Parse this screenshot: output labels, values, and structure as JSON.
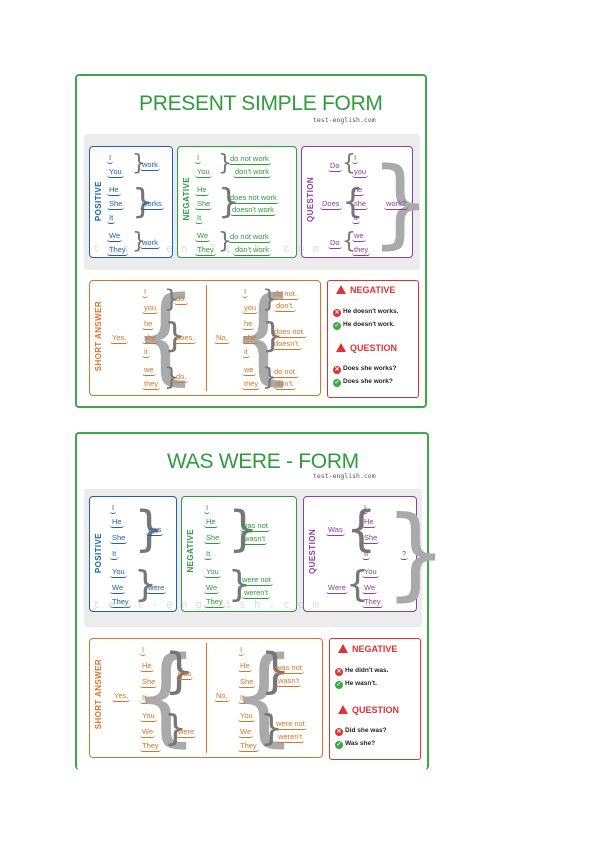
{
  "site": "test-english.com",
  "present": {
    "title": "PRESENT SIMPLE FORM",
    "positive": {
      "label": "POSITIVE",
      "pronouns": [
        "I",
        "You",
        "He",
        "She",
        "It",
        "We",
        "They"
      ],
      "verbs": [
        "work",
        "works",
        "work"
      ]
    },
    "negative": {
      "label": "NEGATIVE",
      "pronouns": [
        "I",
        "You",
        "He",
        "She",
        "It",
        "We",
        "They"
      ],
      "forms": [
        "do not work",
        "don't work",
        "does not work",
        "doesn't work",
        "do not work",
        "don't work"
      ]
    },
    "question": {
      "label": "QUESTION",
      "aux": [
        "Do",
        "Does",
        "Do"
      ],
      "pronouns": [
        "I",
        "you",
        "he",
        "she",
        "it",
        "we",
        "they"
      ],
      "verb": "work?"
    },
    "short": {
      "label": "SHORT ANSWER",
      "yes": "Yes,",
      "no": "No,",
      "pronouns": [
        "I",
        "you",
        "he",
        "she",
        "it",
        "we",
        "they"
      ],
      "yes_aux": [
        "do.",
        "does.",
        "do."
      ],
      "no_aux": [
        "do not.",
        "don't.",
        "does not.",
        "doesn't.",
        "do not.",
        "don't."
      ]
    },
    "mistakes": {
      "negative_title": "NEGATIVE",
      "neg_wrong": "He doesn't works.",
      "neg_right": "He doesn't work.",
      "question_title": "QUESTION",
      "q_wrong": "Does she works?",
      "q_right": "Does she work?"
    }
  },
  "was": {
    "title": "WAS WERE - FORM",
    "positive": {
      "label": "POSITIVE",
      "pronouns": [
        "I",
        "He",
        "She",
        "It",
        "You",
        "We",
        "They"
      ],
      "verbs": [
        "was",
        "were"
      ]
    },
    "negative": {
      "label": "NEGATIVE",
      "pronouns": [
        "I",
        "He",
        "She",
        "It",
        "You",
        "We",
        "They"
      ],
      "forms": [
        "was not",
        "wasn't",
        "were not",
        "weren't"
      ]
    },
    "question": {
      "label": "QUESTION",
      "aux": [
        "Was",
        "Were"
      ],
      "pronouns": [
        "I",
        "He",
        "She",
        "It",
        "You",
        "We",
        "They"
      ],
      "verb": "?"
    },
    "short": {
      "label": "SHORT ANSWER",
      "yes": "Yes,",
      "no": "No,",
      "pronouns": [
        "I",
        "He",
        "She",
        "It",
        "You",
        "We",
        "They"
      ],
      "yes_aux": [
        "was",
        "were"
      ],
      "no_aux": [
        "was not",
        "wasn't",
        "were not",
        "weren't"
      ]
    },
    "mistakes": {
      "negative_title": "NEGATIVE",
      "neg_wrong": "He didn't was.",
      "neg_right": "He wasn't.",
      "question_title": "QUESTION",
      "q_wrong": "Did she was?",
      "q_right": "Was she?"
    }
  },
  "watermark": "test-english.com"
}
